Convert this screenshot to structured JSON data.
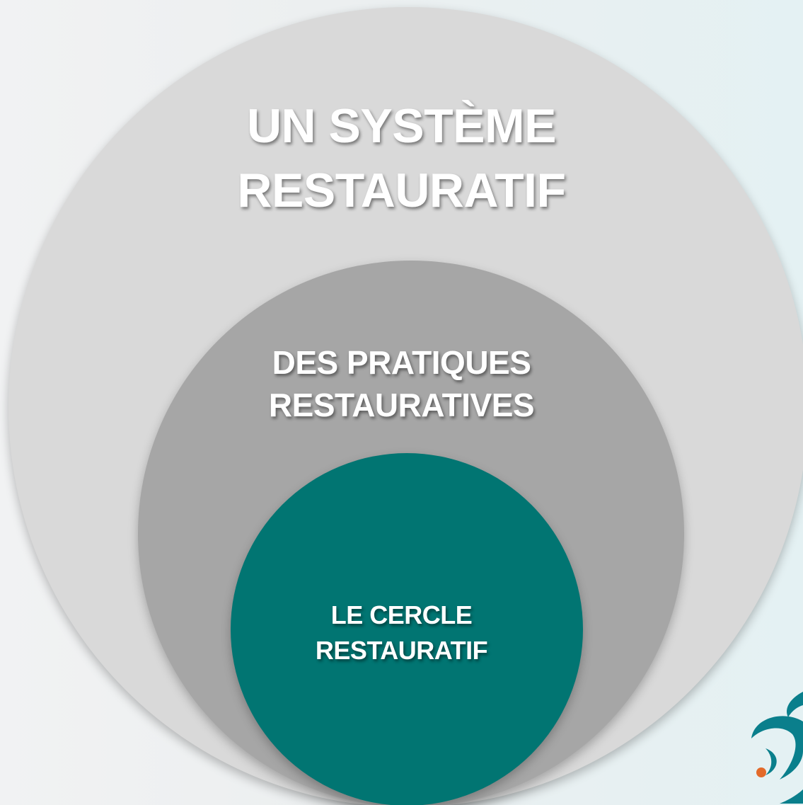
{
  "diagram": {
    "outer": {
      "lines": [
        "UN SYSTÈME",
        "RESTAURATIF"
      ],
      "color": "#d9d9d9"
    },
    "middle": {
      "lines": [
        "DES PRATIQUES",
        "RESTAURATIVES"
      ],
      "color": "#a6a6a6"
    },
    "inner": {
      "lines": [
        "LE CERCLE",
        "RESTAURATIF"
      ],
      "color": "#017572"
    }
  },
  "logo": {
    "icon": "swoosh-logo-icon",
    "colors": [
      "#0a7f8c",
      "#e36a2a"
    ]
  }
}
